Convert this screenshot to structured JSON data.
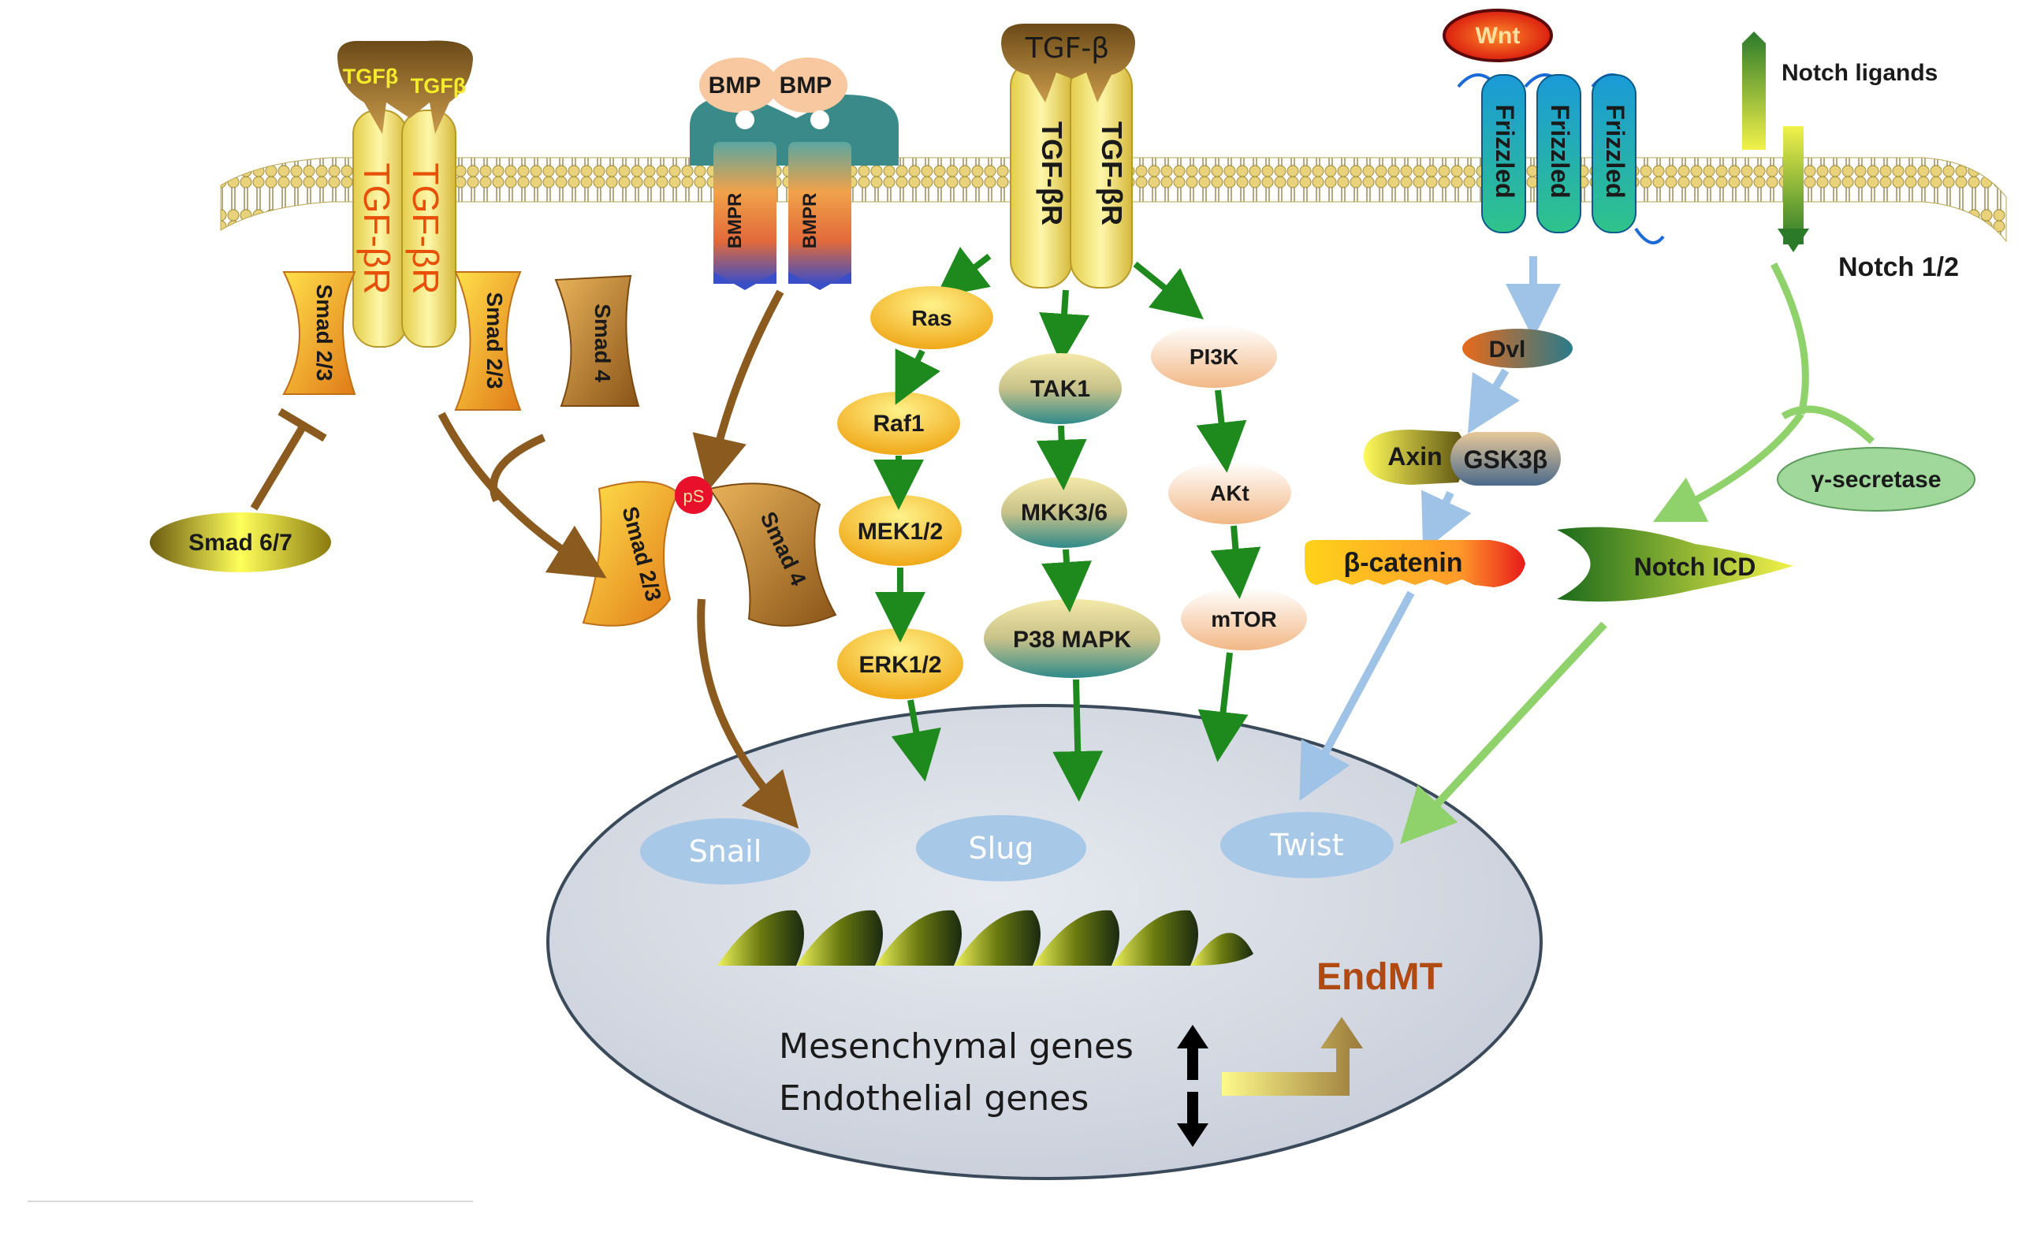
{
  "receptors": {
    "tgfb_left": {
      "ligand1": "TGFβ",
      "ligand2": "TGFβ",
      "receptor1": "TGF-βR",
      "receptor2": "TGF-βR"
    },
    "bmp": {
      "ligand1": "BMP",
      "ligand2": "BMP",
      "receptor1": "BMPR",
      "receptor2": "BMPR"
    },
    "tgfb_center": {
      "ligand": "TGF-β",
      "receptor1": "TGF-βR",
      "receptor2": "TGF-βR"
    },
    "wnt": {
      "ligand": "Wnt",
      "receptor1": "Frizzled",
      "receptor2": "Frizzled",
      "receptor3": "Frizzled"
    },
    "notch": {
      "ligand": "Notch ligands",
      "receptor": "Notch 1/2"
    }
  },
  "smad": {
    "smad23_a": "Smad 2/3",
    "smad23_b": "Smad 2/3",
    "smad4_a": "Smad 4",
    "smad67": "Smad 6/7",
    "complex_smad23": "Smad 2/3",
    "complex_smad4": "Smad 4",
    "phospho": "pS"
  },
  "mapk": [
    "Ras",
    "Raf1",
    "MEK1/2",
    "ERK1/2"
  ],
  "p38": [
    "TAK1",
    "MKK3/6",
    "P38 MAPK"
  ],
  "pi3k": [
    "PI3K",
    "AKt",
    "mTOR"
  ],
  "wnt_path": {
    "dvl": "Dvl",
    "axin": "Axin",
    "gsk": "GSK3β",
    "catenin": "β-catenin"
  },
  "notch_path": {
    "secretase": "γ-secretase",
    "icd": "Notch ICD"
  },
  "nucleus": {
    "tf1": "Snail",
    "tf2": "Slug",
    "tf3": "Twist",
    "outcome": "EndMT",
    "genes_up": "Mesenchymal genes",
    "genes_down": "Endothelial genes"
  },
  "colors": {
    "membrane": "#d9c26a",
    "nucleus": "#d3d9e3",
    "green_arrow": "#1e8a1e",
    "brown_arrow": "#8b5a1e",
    "blue_arrow": "#9ec3e6",
    "lightgreen_arrow": "#8fd16a",
    "endmt": "#b14a12"
  }
}
